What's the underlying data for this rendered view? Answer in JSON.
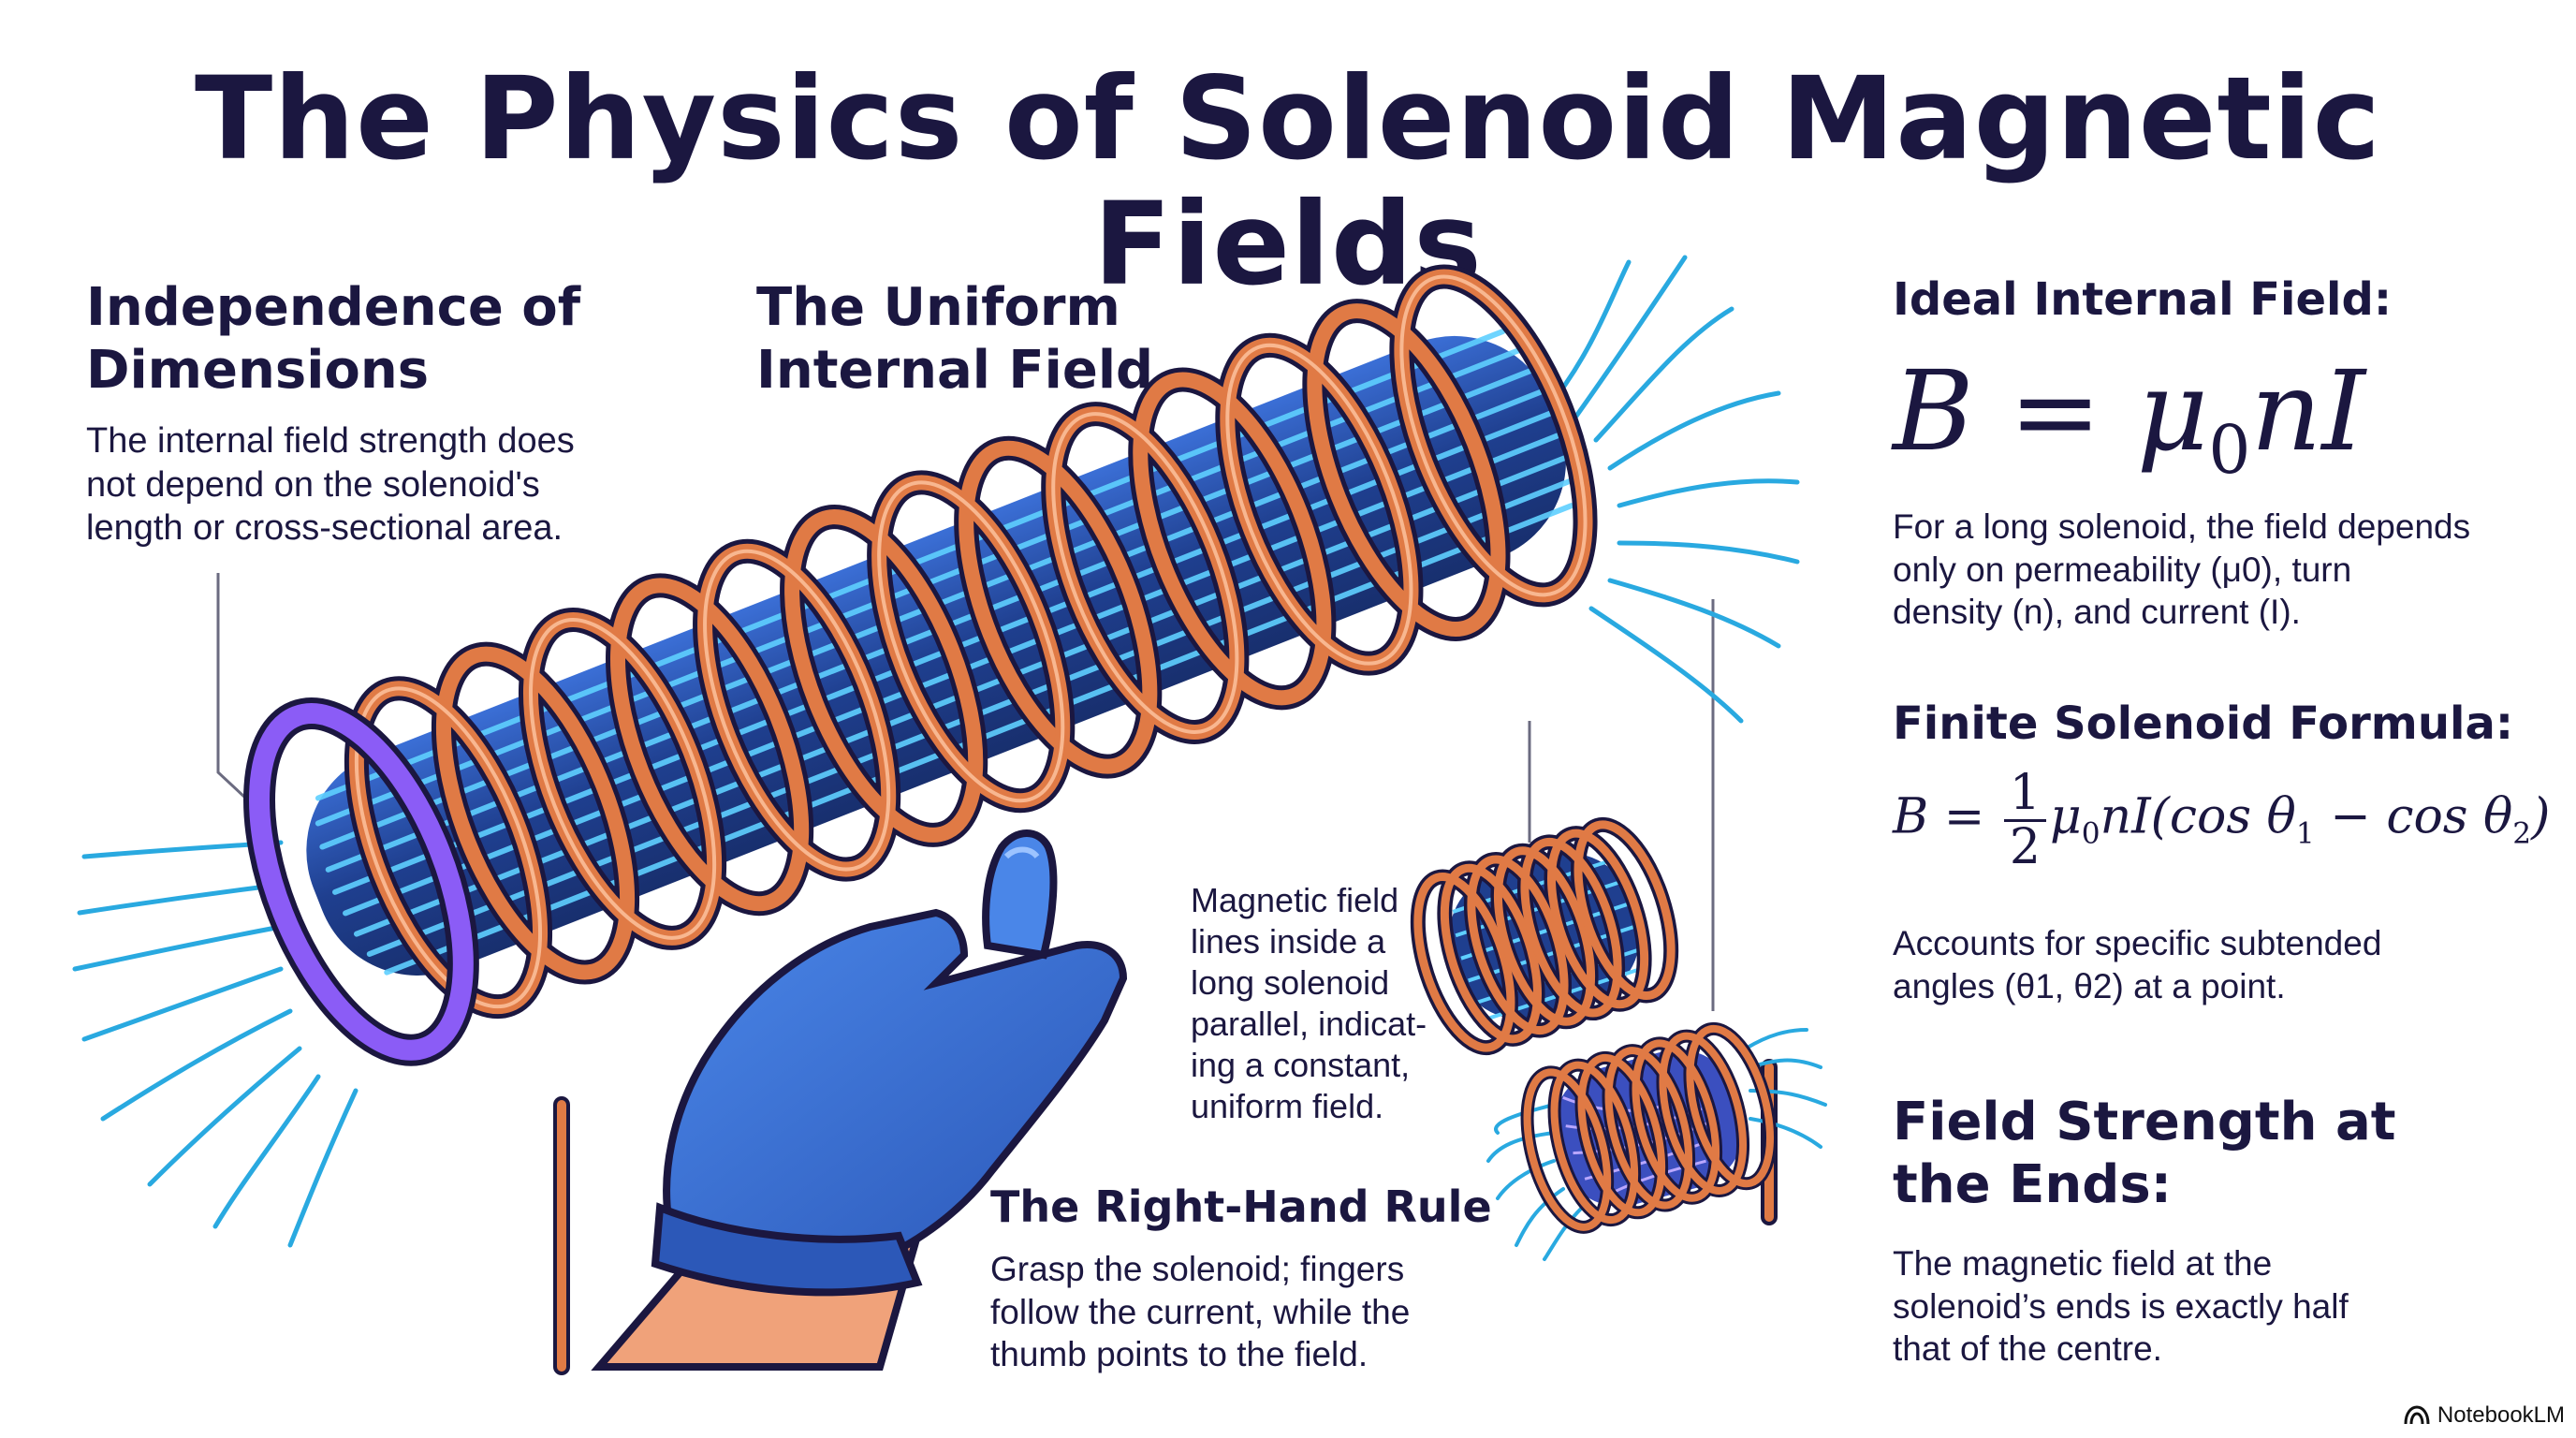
{
  "title": "The Physics of Solenoid Magnetic Fields",
  "sections": {
    "independence": {
      "heading_line1": "Independence of",
      "heading_line2": "Dimensions",
      "body": [
        "The internal field strength does",
        "not depend on the solenoid's",
        "length or cross-sectional area."
      ]
    },
    "uniform": {
      "heading_line1": "The Uniform",
      "heading_line2": "Internal Field"
    },
    "annotation": {
      "body": [
        "Magnetic field",
        "lines inside a",
        "long solenoid",
        "parallel, indicat-",
        "ing a constant,",
        "uniform field."
      ]
    },
    "right_hand": {
      "heading": "The Right-Hand Rule",
      "body": [
        "Grasp the solenoid; fingers",
        "follow the current, while the",
        "thumb points to the field."
      ]
    },
    "ideal": {
      "heading": "Ideal Internal Field:",
      "eq_lhs": "B",
      "eq_op": "=",
      "eq_mu": "μ",
      "eq_sub": "0",
      "eq_rest": "nI",
      "body": [
        "For a long solenoid, the field depends",
        "only on permeability (μ0), turn",
        "density (n), and current (I)."
      ]
    },
    "finite": {
      "heading": "Finite Solenoid Formula:",
      "eq_lhs": "B =",
      "eq_num": "1",
      "eq_den": "2",
      "eq_mu": "μ",
      "eq_sub0": "0",
      "eq_mid": "nI(cos θ",
      "eq_sub1": "1",
      "eq_minus": " − cos θ",
      "eq_sub2": "2",
      "eq_close": ")",
      "body": [
        "Accounts for specific subtended",
        "angles (θ1, θ2) at a point."
      ]
    },
    "ends": {
      "heading_line1": "Field Strength at",
      "heading_line2": "the Ends:",
      "body": [
        "The magnetic field at the",
        "solenoid’s ends is exactly half",
        "that of the centre."
      ]
    }
  },
  "brand": {
    "label": "NotebookLM",
    "icon": "notebooklm-logo-icon"
  },
  "colors": {
    "navy": "#1b1740",
    "copper": "#e07a45",
    "copper_dark": "#8a3c25",
    "field_blue": "#29a9e0",
    "core_blue": "#1f3f8f",
    "glove_blue": "#3a6fd6",
    "ring_purple": "#8b5cf6",
    "skin": "#f0a27a"
  }
}
